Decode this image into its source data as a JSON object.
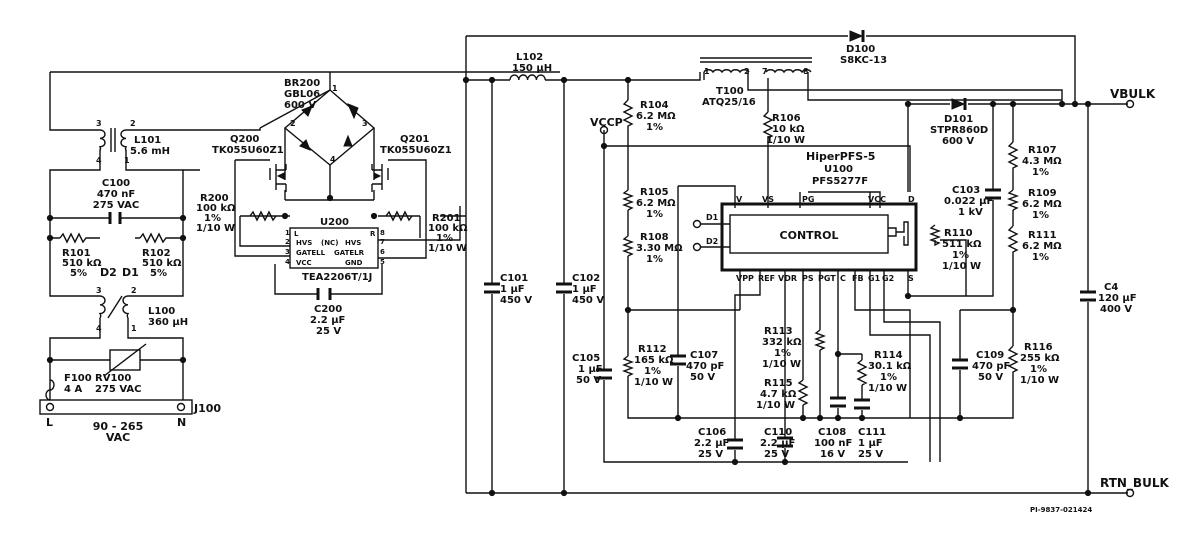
{
  "schematic": {
    "input": {
      "connector": "J100",
      "line_label": "L",
      "neutral_label": "N",
      "voltage": "90 - 265",
      "voltage_unit": "VAC"
    },
    "components": {
      "F100": [
        "F100",
        "4 A"
      ],
      "RV100": [
        "RV100",
        "275 VAC"
      ],
      "L100": [
        "L100",
        "360 µH"
      ],
      "R101": [
        "R101",
        "510 kΩ",
        "5%"
      ],
      "R102": [
        "R102",
        "510 kΩ",
        "5%"
      ],
      "C100": [
        "C100",
        "470 nF",
        "275 VAC"
      ],
      "L101": [
        "L101",
        "5.6 mH"
      ],
      "BR200": [
        "BR200",
        "GBL06",
        "600 V"
      ],
      "Q200": [
        "Q200",
        "TK055U60Z1"
      ],
      "Q201": [
        "Q201",
        "TK055U60Z1"
      ],
      "R200": [
        "R200",
        "100 kΩ",
        "1%",
        "1/10 W"
      ],
      "R201": [
        "R201",
        "100 kΩ",
        "1%",
        "1/10 W"
      ],
      "U200": [
        "U200",
        "TEA2206T/1J"
      ],
      "C200": [
        "C200",
        "2.2 µF",
        "25 V"
      ],
      "L102": [
        "L102",
        "150 µH"
      ],
      "C101": [
        "C101",
        "1 µF",
        "450 V"
      ],
      "C102": [
        "C102",
        "1 µF",
        "450 V"
      ],
      "R104": [
        "R104",
        "6.2 MΩ",
        "1%"
      ],
      "R105": [
        "R105",
        "6.2 MΩ",
        "1%"
      ],
      "R108": [
        "R108",
        "3.30 MΩ",
        "1%"
      ],
      "R112": [
        "R112",
        "165 kΩ",
        "1%",
        "1/10 W"
      ],
      "C107": [
        "C107",
        "470 pF",
        "50 V"
      ],
      "C105": [
        "C105",
        "1 µF",
        "50 V"
      ],
      "T100": [
        "T100",
        "ATQ25/16"
      ],
      "D100": [
        "D100",
        "S8KC-13"
      ],
      "R106": [
        "R106",
        "10 kΩ",
        "1/10 W"
      ],
      "U100": [
        "HiperPFS-5",
        "U100",
        "PFS5277F"
      ],
      "D101": [
        "D101",
        "STPR860D",
        "600 V"
      ],
      "C103": [
        "C103",
        "0.022 µF",
        "1 kV"
      ],
      "R110": [
        "R110",
        "511 kΩ",
        "1%",
        "1/10 W"
      ],
      "R107": [
        "R107",
        "4.3 MΩ",
        "1%"
      ],
      "R109": [
        "R109",
        "6.2 MΩ",
        "1%"
      ],
      "R111": [
        "R111",
        "6.2 MΩ",
        "1%"
      ],
      "C4": [
        "C4",
        "120 µF",
        "400 V"
      ],
      "R113": [
        "R113",
        "332 kΩ",
        "1%",
        "1/10 W"
      ],
      "R115": [
        "R115",
        "4.7 kΩ",
        "1/10 W"
      ],
      "R114": [
        "R114",
        "30.1 kΩ",
        "1%",
        "1/10 W"
      ],
      "C109": [
        "C109",
        "470 pF",
        "50 V"
      ],
      "R116": [
        "R116",
        "255 kΩ",
        "1%",
        "1/10 W"
      ],
      "C106": [
        "C106",
        "2.2 µF",
        "25 V"
      ],
      "C110": [
        "C110",
        "2.2 µF",
        "25 V"
      ],
      "C108": [
        "C108",
        "100 nF",
        "16 V"
      ],
      "C111": [
        "C111",
        "1 µF",
        "25 V"
      ]
    },
    "pins": {
      "transformer": [
        "1",
        "2",
        "7",
        "8"
      ],
      "bridge": [
        "1",
        "2",
        "3",
        "4"
      ],
      "l101": [
        "3",
        "2",
        "4",
        "1"
      ],
      "l100": [
        "3",
        "2",
        "4",
        "1"
      ],
      "u200_left": [
        "HVS",
        "GATELL",
        "VCC"
      ],
      "u200_left_num": [
        "1",
        "2",
        "3",
        "4"
      ],
      "u200_mid": "(NC)",
      "u200_right": [
        "HVS",
        "GATELR",
        "GND"
      ],
      "u200_right_num": [
        "8",
        "7",
        "6",
        "5"
      ],
      "u200_left_L": "L",
      "u200_right_R": "R",
      "u100_top": [
        "V",
        "VS",
        "PG",
        "VCC",
        "D"
      ],
      "u100_bottom": [
        "VPP",
        "REF",
        "VDR",
        "PS",
        "PGT",
        "C",
        "FB",
        "G1",
        "G2",
        "S"
      ],
      "u100_inputs": [
        "D1",
        "D2"
      ],
      "u100_core": "CONTROL",
      "diode_inputs": [
        "D2",
        "D1"
      ]
    },
    "nets": {
      "vbulk": "VBULK",
      "rtn_bulk": "RTN_BULK",
      "vccp": "VCCP"
    },
    "doc_number": "PI-9837-021424"
  }
}
